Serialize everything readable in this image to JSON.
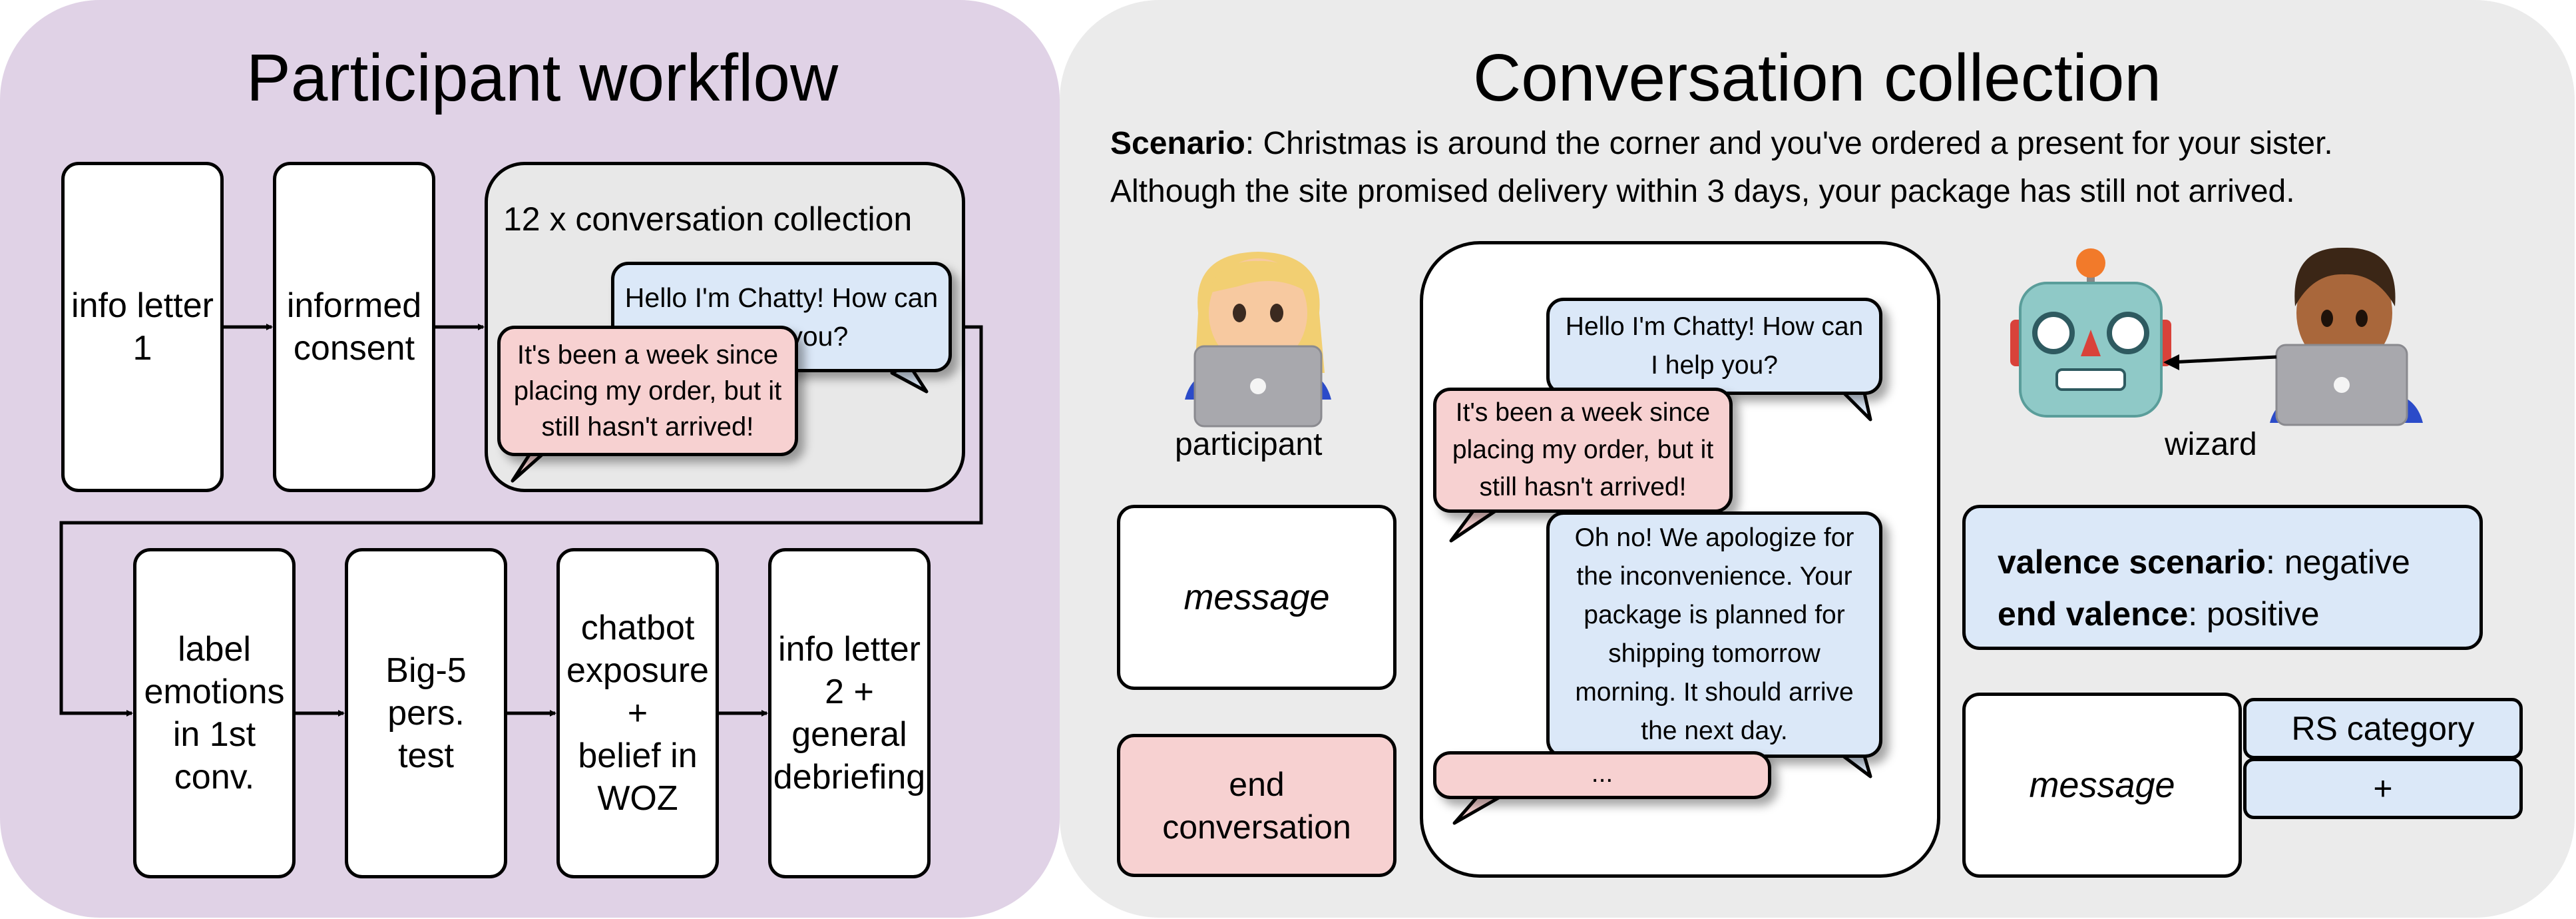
{
  "left_panel": {
    "title": "Participant workflow",
    "steps_top": [
      "info letter\n1",
      "informed\nconsent"
    ],
    "collection_title": "12 x conversation collection",
    "bubble_bot": "Hello I'm Chatty! How can\nI help you?",
    "bubble_user": "It's been a week since\nplacing my order, but it\nstill hasn't arrived!",
    "steps_bottom": [
      "label\nemotions\nin 1st\nconv.",
      "Big-5\npers.\ntest",
      "chatbot\nexposure\n+\nbelief in\nWOZ",
      "info letter\n2 +\ngeneral\ndebriefing"
    ]
  },
  "right_panel": {
    "title": "Conversation collection",
    "scenario_label": "Scenario",
    "scenario_line1": ": Christmas is around the corner and you've ordered a present for your sister.",
    "scenario_line2": "Although the site promised delivery within 3 days, your package has still not arrived.",
    "participant_label": "participant",
    "wizard_label": "wizard",
    "message_label": "message",
    "end_button": "end\nconversation",
    "chat": {
      "bot_greeting": "Hello I'm Chatty! How can\nI help you?",
      "user_message": "It's been a week since\nplacing my order, but it\nstill hasn't arrived!",
      "bot_reply": "Oh no! We apologize for\nthe inconvenience. Your\npackage is planned for\nshipping tomorrow\nmorning. It should arrive\nthe next day.",
      "typing": "..."
    },
    "valence": {
      "scenario_key": "valence scenario",
      "scenario_value": ": negative",
      "end_key": "end valence",
      "end_value": ": positive"
    },
    "rs_category": "RS category",
    "plus": "+"
  },
  "colors": {
    "left_panel_bg": "#e0d2e6",
    "right_panel_bg": "#ebebeb",
    "bot_bubble": "#dbe8f8",
    "user_bubble": "#f7d1d1"
  },
  "icons": [
    "participant-emoji-icon",
    "laptop-icon",
    "robot-emoji-icon",
    "wizard-emoji-icon"
  ]
}
